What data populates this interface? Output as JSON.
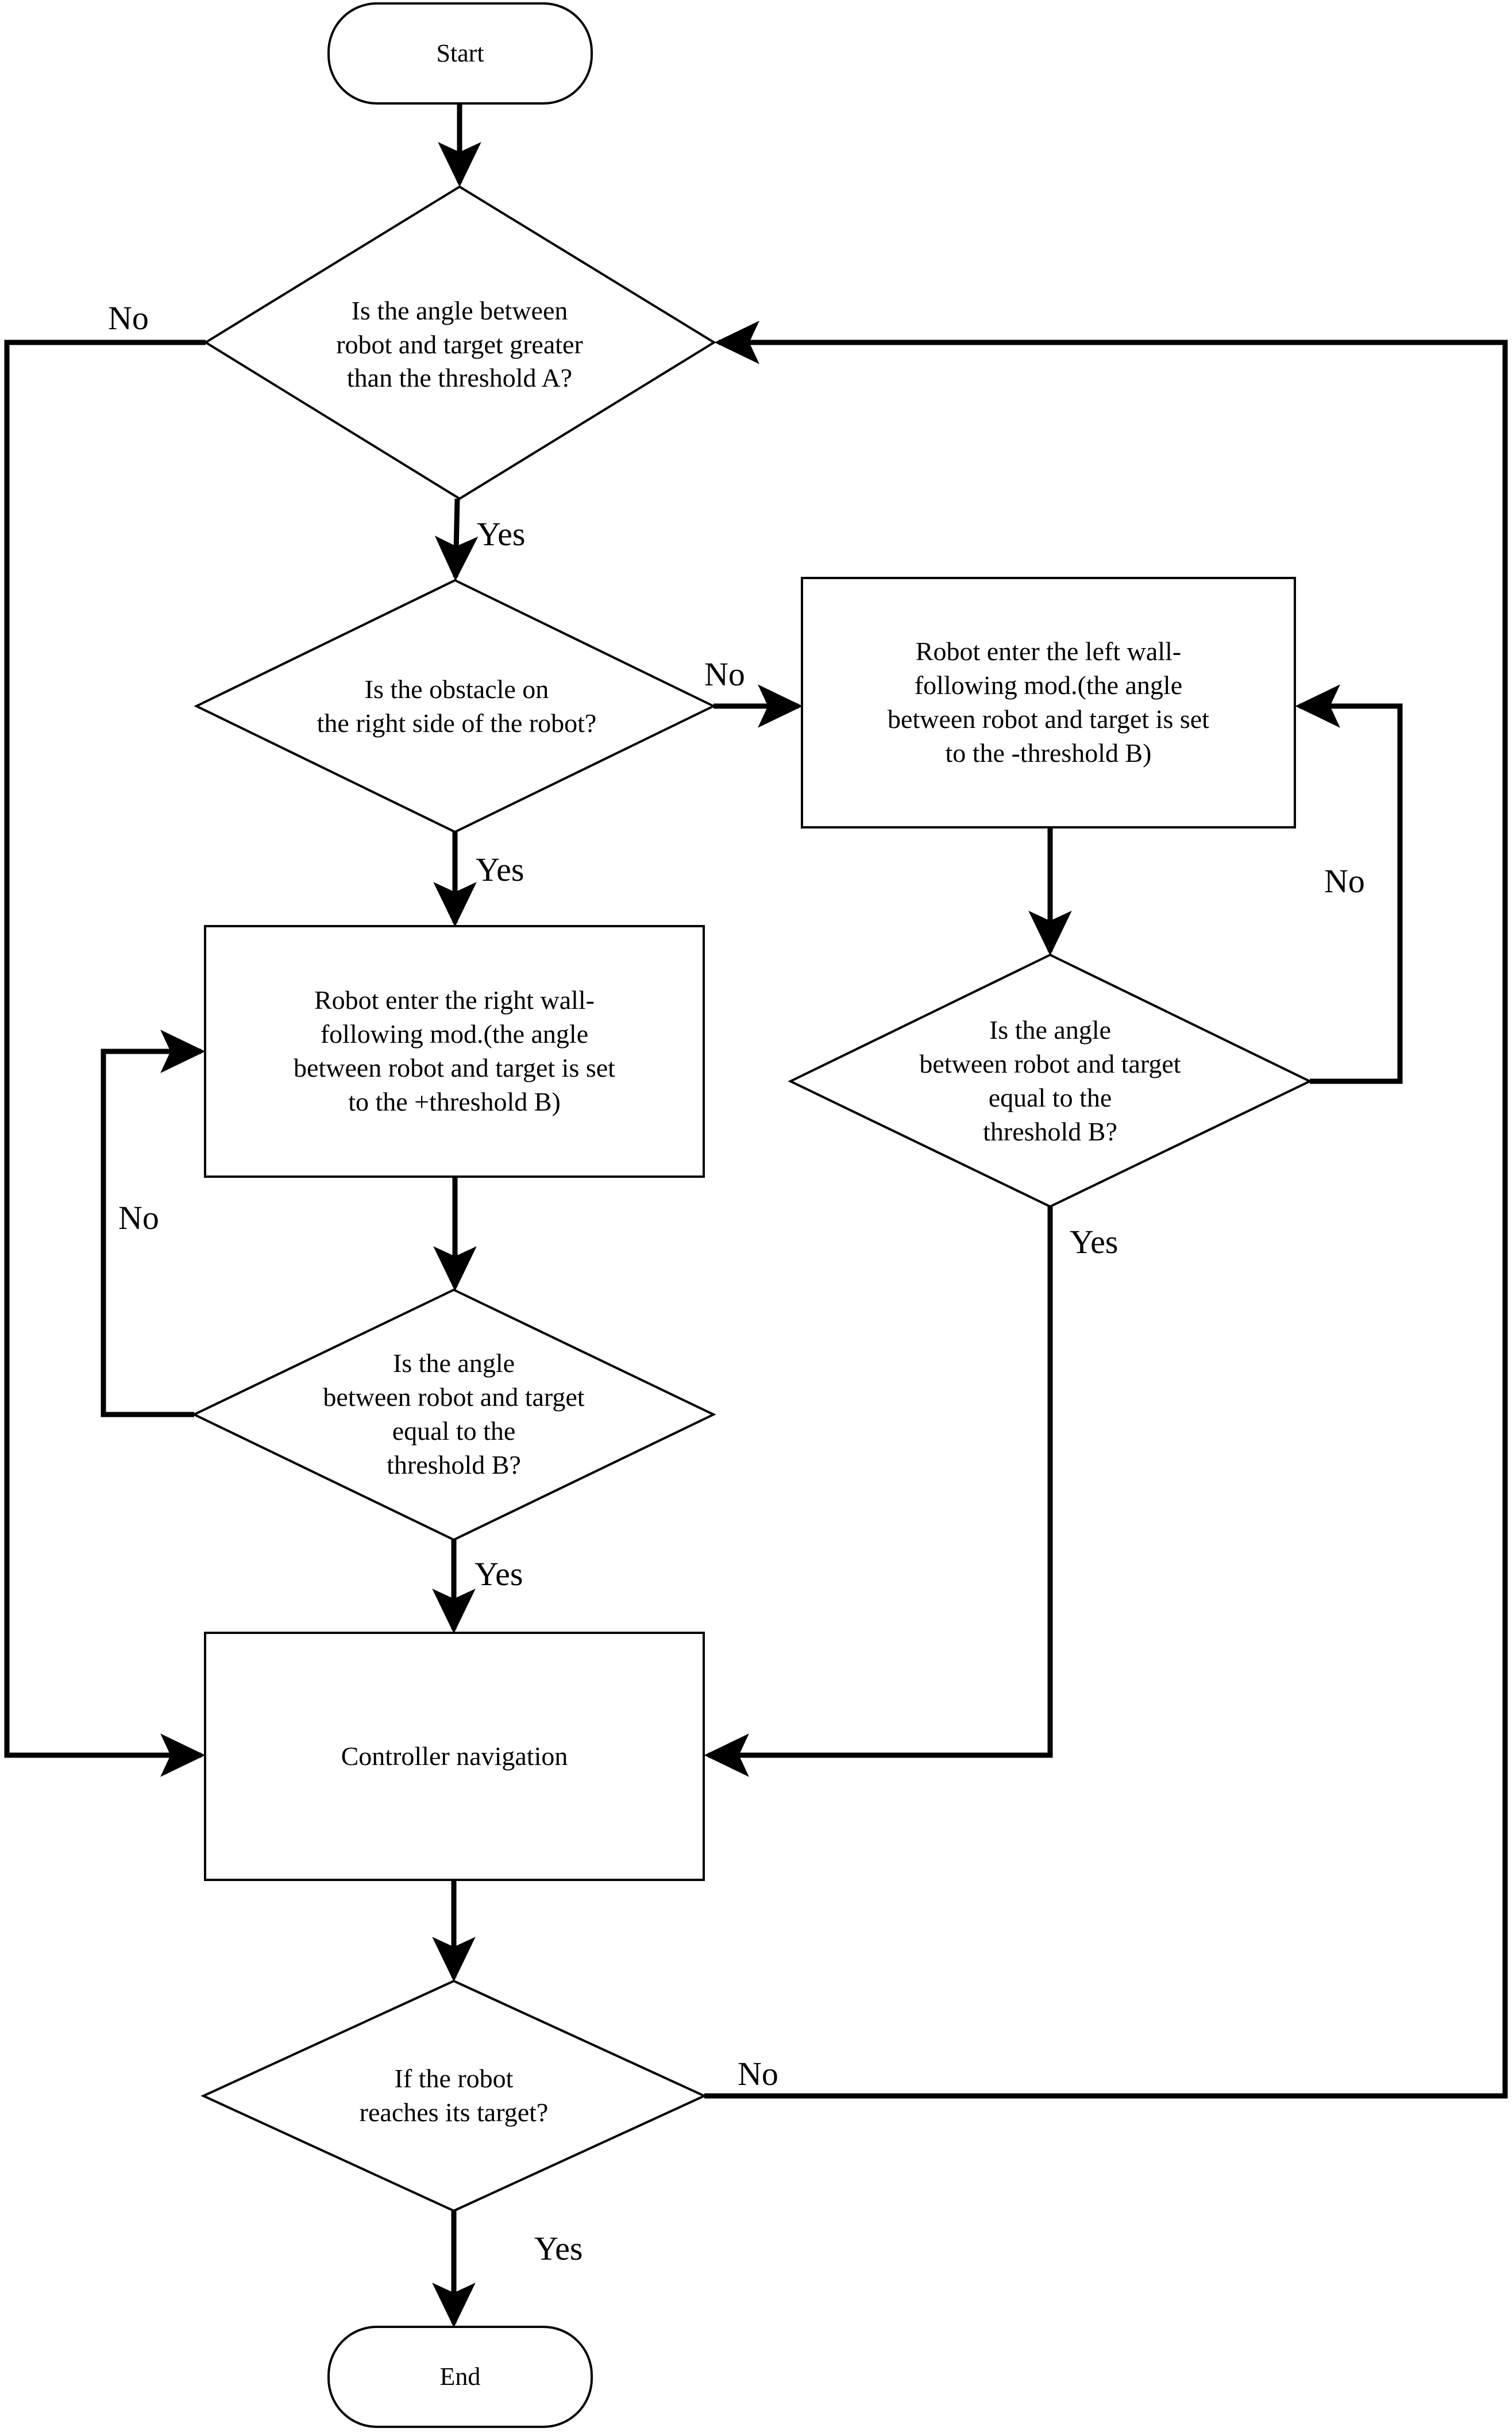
{
  "diagram": {
    "type": "flowchart",
    "title": "Robot wall-following navigation flowchart",
    "background": "#ffffff",
    "stroke": "#000000",
    "fill": "#ffffff"
  },
  "nodes": {
    "start": {
      "shape": "terminal",
      "label": "Start"
    },
    "decision_angle_threshold_a": {
      "shape": "decision",
      "label": "Is the angle between\nrobot and target greater\nthan the threshold A?"
    },
    "decision_obstacle_right": {
      "shape": "decision",
      "label": "Is the obstacle on\nthe right side of the robot?"
    },
    "process_left_wall_following": {
      "shape": "process",
      "label": "Robot enter the left wall-\nfollowing mod.(the angle\nbetween robot and target is set\nto the -threshold B)"
    },
    "process_right_wall_following": {
      "shape": "process",
      "label": "Robot enter the right wall-\nfollowing mod.(the angle\nbetween robot and target is set\nto the +threshold B)"
    },
    "decision_angle_equal_b_right": {
      "shape": "decision",
      "label": "Is the angle\nbetween robot and target\nequal to the\nthreshold B?"
    },
    "decision_angle_equal_b_left": {
      "shape": "decision",
      "label": "Is the angle\nbetween robot and target\nequal to the\nthreshold B?"
    },
    "process_controller_navigation": {
      "shape": "process",
      "label": "Controller navigation"
    },
    "decision_reaches_target": {
      "shape": "decision",
      "label": "If the robot\nreaches its target?"
    },
    "end": {
      "shape": "terminal",
      "label": "End"
    }
  },
  "edge_labels": {
    "no_threshold_a": "No",
    "yes_threshold_a": "Yes",
    "no_obstacle_right": "No",
    "yes_obstacle_right": "Yes",
    "no_equal_b_right": "No",
    "yes_equal_b_right": "Yes",
    "no_equal_b_left": "No",
    "yes_equal_b_left": "Yes",
    "no_reaches_target": "No",
    "yes_reaches_target": "Yes"
  }
}
